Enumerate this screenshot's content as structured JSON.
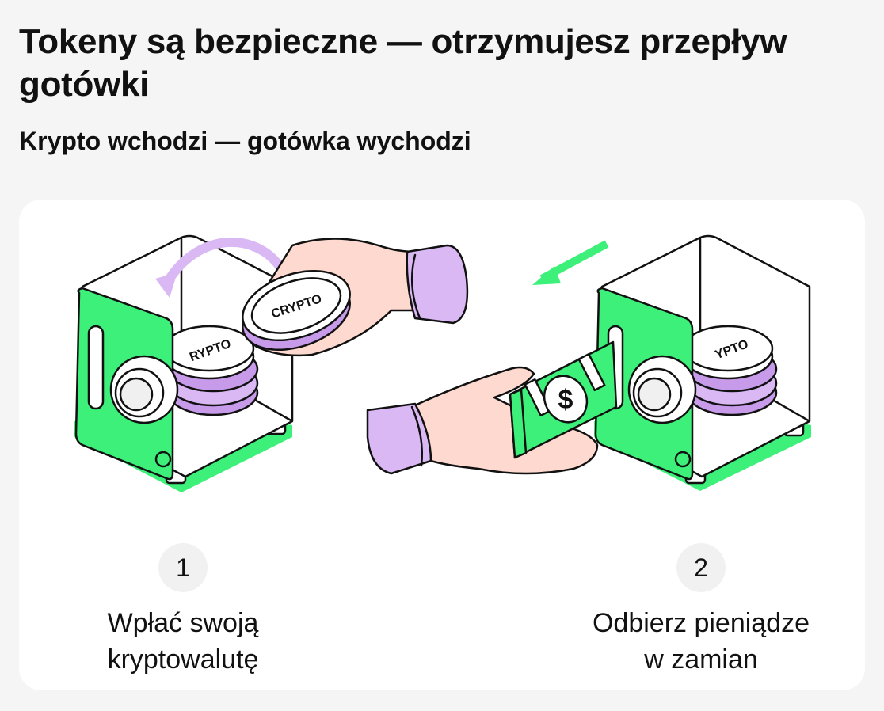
{
  "title": "Tokeny są bezpieczne — otrzymujesz przepływ gotówki",
  "subtitle": "Krypto wchodzi — gotówka wychodzi",
  "illustration": {
    "coin_label": "CRYPTO",
    "coin_label_partial": "RYPTO",
    "coin_label_partial_right": "YPTO",
    "bill_symbol": "$",
    "colors": {
      "green": "#3df07a",
      "lavender": "#d9b8f3",
      "lavender_dark": "#c79bea",
      "skin": "#fdd9cf",
      "outline": "#111111",
      "metal": "#ffffff"
    },
    "icons": [
      "safe-icon",
      "coin-icon",
      "hand-icon",
      "arrow-icon",
      "banknote-icon"
    ]
  },
  "steps": [
    {
      "number": "1",
      "line1": "Wpłać swoją",
      "line2": "kryptowalutę"
    },
    {
      "number": "2",
      "line1": "Odbierz pieniądze",
      "line2": "w zamian"
    }
  ]
}
